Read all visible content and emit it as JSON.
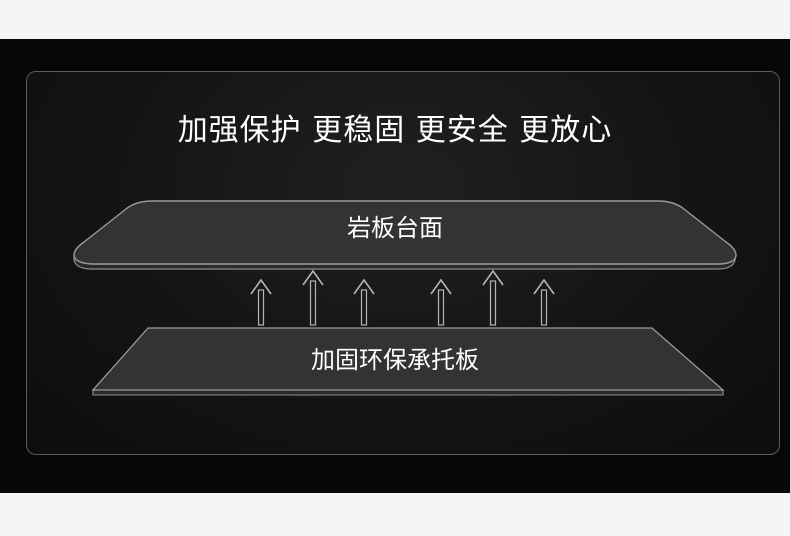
{
  "headline": "加强保护 更稳固 更安全 更放心",
  "layers": {
    "top": "岩板台面",
    "bottom": "加固环保承托板"
  },
  "colors": {
    "background": "#070707",
    "panel_border": "#5c5c5c",
    "slab_fill": "#333333",
    "slab_edge": "#9a9a9a",
    "arrow": "#b5b5b5",
    "text": "#ffffff"
  },
  "arrow_count": 6
}
